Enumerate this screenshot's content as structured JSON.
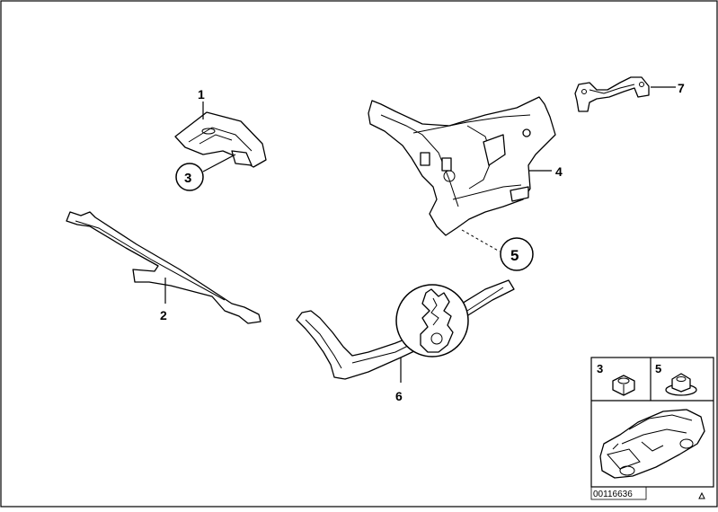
{
  "diagram": {
    "part_numbers": {
      "p1": "1",
      "p2": "2",
      "p3": "3",
      "p4": "4",
      "p5": "5",
      "p6": "6",
      "p7": "7"
    },
    "inset": {
      "label_a": "3",
      "label_b": "5"
    },
    "diagram_id": "00116636"
  }
}
